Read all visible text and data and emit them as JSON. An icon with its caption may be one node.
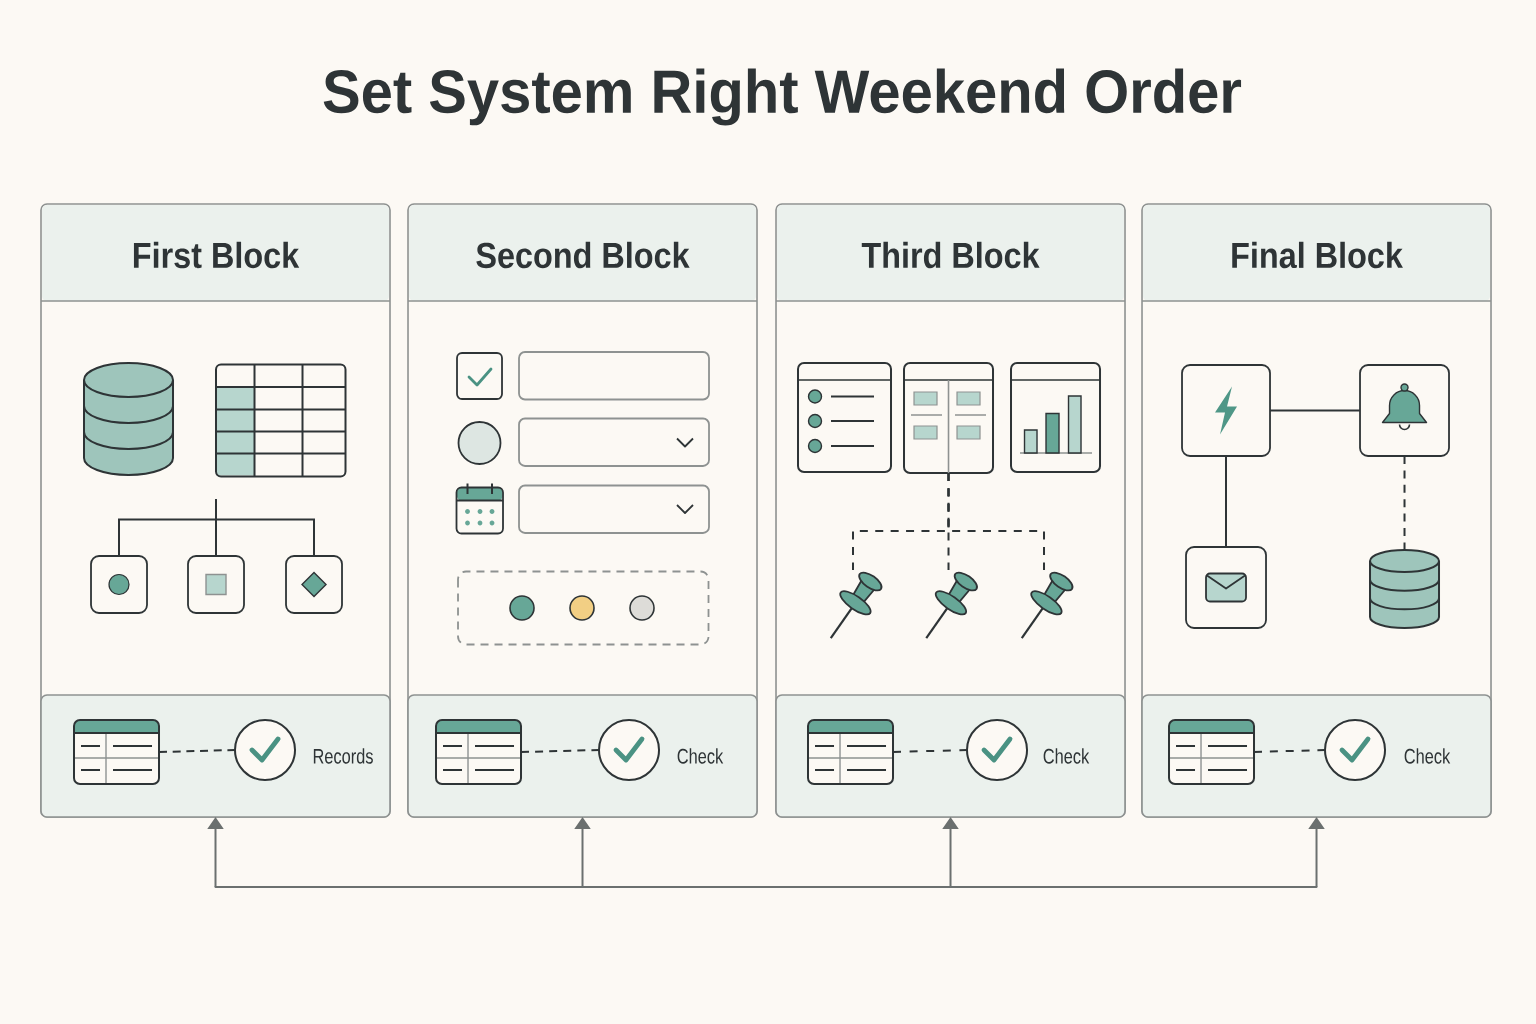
{
  "diagram": {
    "title": "Set System Right Weekend Order",
    "nodes": [
      {
        "text": [
          "First Block"
        ]
      },
      {
        "text": [],
        "shape": "box",
        "in": 0
      },
      {
        "text": [],
        "shape": "box",
        "in": 0
      },
      {
        "text": [],
        "shape": "box",
        "in": 0
      },
      {
        "text": [
          "Records"
        ],
        "in": 0
      },
      {
        "text": [],
        "shape": "picture",
        "in": 4
      },
      {
        "text": [],
        "shape": "circle",
        "in": 4
      },
      {
        "text": [
          "Second Block"
        ]
      },
      {
        "text": [
          "Check"
        ],
        "in": 7
      },
      {
        "text": [],
        "shape": "picture",
        "in": 8
      },
      {
        "text": [],
        "shape": "circle",
        "in": 8
      },
      {
        "text": [
          "Third Block"
        ]
      },
      {
        "text": [],
        "shape": "picture",
        "in": 11
      },
      {
        "text": [],
        "shape": "picture",
        "in": 11
      },
      {
        "text": [],
        "shape": "picture",
        "in": 11
      },
      {
        "text": [],
        "shape": "picture",
        "in": 11
      },
      {
        "text": [],
        "shape": "picture",
        "in": 11
      },
      {
        "text": [],
        "shape": "picture",
        "in": 11
      },
      {
        "text": [
          "Check"
        ],
        "in": 11
      },
      {
        "text": [],
        "shape": "picture",
        "in": 18
      },
      {
        "text": [],
        "shape": "circle",
        "in": 18
      },
      {
        "text": [
          "Final Block"
        ]
      },
      {
        "text": [],
        "shape": "box",
        "in": 21
      },
      {
        "text": [],
        "shape": "box",
        "in": 21
      },
      {
        "text": [],
        "shape": "box",
        "in": 21
      },
      {
        "text": [],
        "shape": "cylinder",
        "in": 21
      },
      {
        "text": [
          "Check"
        ],
        "in": 21
      },
      {
        "text": [],
        "shape": "picture",
        "in": 26
      },
      {
        "text": [],
        "shape": "circle",
        "in": 26
      }
    ],
    "edges": [
      {
        "from": null,
        "to": 1,
        "arrow": "none"
      },
      {
        "from": null,
        "to": 2,
        "arrow": "none"
      },
      {
        "from": null,
        "to": 3,
        "arrow": "none"
      },
      {
        "from": 5,
        "to": 6,
        "arrow": "none",
        "style": "dashed"
      },
      {
        "from": 9,
        "to": 10,
        "arrow": "none",
        "style": "dashed"
      },
      {
        "from": 13,
        "to": 15,
        "arrow": "none",
        "style": "dashed"
      },
      {
        "from": 13,
        "to": 16,
        "arrow": "none",
        "style": "dashed"
      },
      {
        "from": 13,
        "to": 17,
        "arrow": "none",
        "style": "dashed"
      },
      {
        "from": 19,
        "to": 20,
        "arrow": "none",
        "style": "dashed"
      },
      {
        "from": 22,
        "to": 23,
        "arrow": "none"
      },
      {
        "from": 22,
        "to": 24,
        "arrow": "none"
      },
      {
        "from": 23,
        "to": 25,
        "arrow": "none",
        "style": "dashed"
      },
      {
        "from": 27,
        "to": 28,
        "arrow": "none",
        "style": "dashed"
      },
      {
        "from": null,
        "to": 0,
        "arrow": "to",
        "color": "#6b706f"
      },
      {
        "from": null,
        "to": 7,
        "arrow": "to",
        "color": "#6b706f"
      },
      {
        "from": null,
        "to": 11,
        "arrow": "to",
        "color": "#6b706f"
      },
      {
        "from": null,
        "to": 21,
        "arrow": "to",
        "color": "#6b706f"
      }
    ]
  }
}
